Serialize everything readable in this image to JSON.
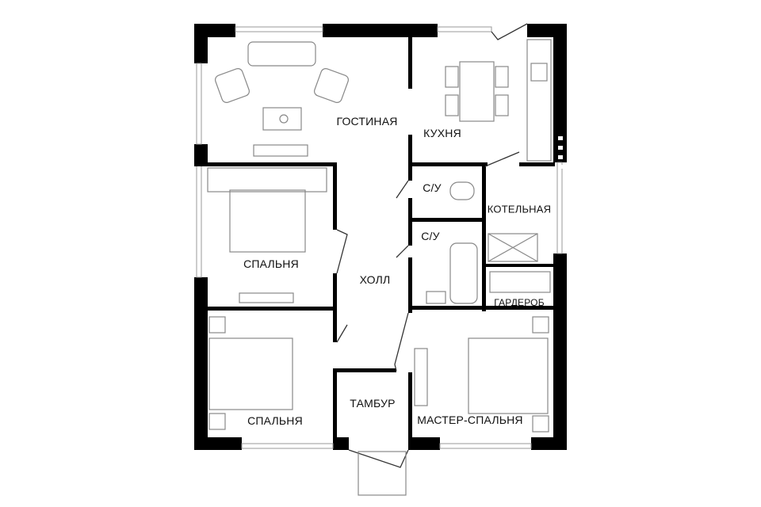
{
  "rooms": {
    "living": "ГОСТИНАЯ",
    "kitchen": "КУХНЯ",
    "wc1": "С/У",
    "wc2": "С/У",
    "boiler": "КОТЕЛЬНАЯ",
    "bedroom1": "СПАЛЬНЯ",
    "hall": "ХОЛЛ",
    "wardrobe": "ГАРДЕРОБ",
    "bedroom2": "СПАЛЬНЯ",
    "vestibule": "ТАМБУР",
    "master": "МАСТЕР-СПАЛЬНЯ"
  }
}
